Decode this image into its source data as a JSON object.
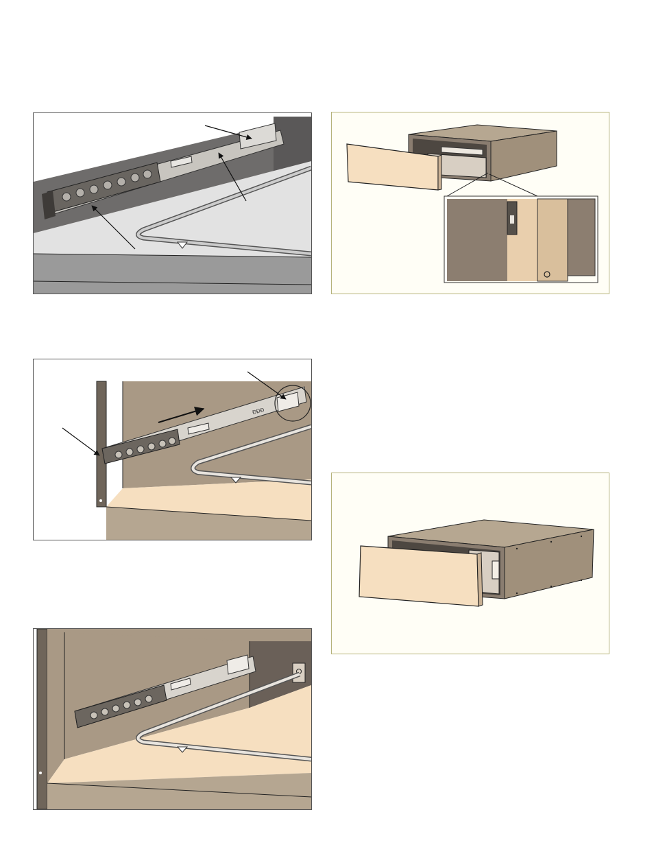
{
  "page": {
    "title": "",
    "figures": [
      {
        "id": "fig1",
        "name": "drawer-slide-closeup",
        "frame": "gray"
      },
      {
        "id": "fig2",
        "name": "drawer-open-with-detail-inset",
        "frame": "olive"
      },
      {
        "id": "fig3",
        "name": "slide-extension-direction",
        "frame": "gray"
      },
      {
        "id": "fig4",
        "name": "drawer-closed-assembly",
        "frame": "olive"
      },
      {
        "id": "fig5",
        "name": "slide-installed-interior",
        "frame": "gray"
      }
    ],
    "colors": {
      "panel_tan": "#f6dfc0",
      "cabinet_taupe": "#a99985",
      "cabinet_dark": "#6f655a",
      "interior_light": "#e7e3de",
      "slide_silver": "#c8c5bf",
      "gray_frame": "#555555",
      "olive_frame": "#b5b27a"
    }
  },
  "fig3": {
    "panel_label": "ĐĐĐ"
  }
}
